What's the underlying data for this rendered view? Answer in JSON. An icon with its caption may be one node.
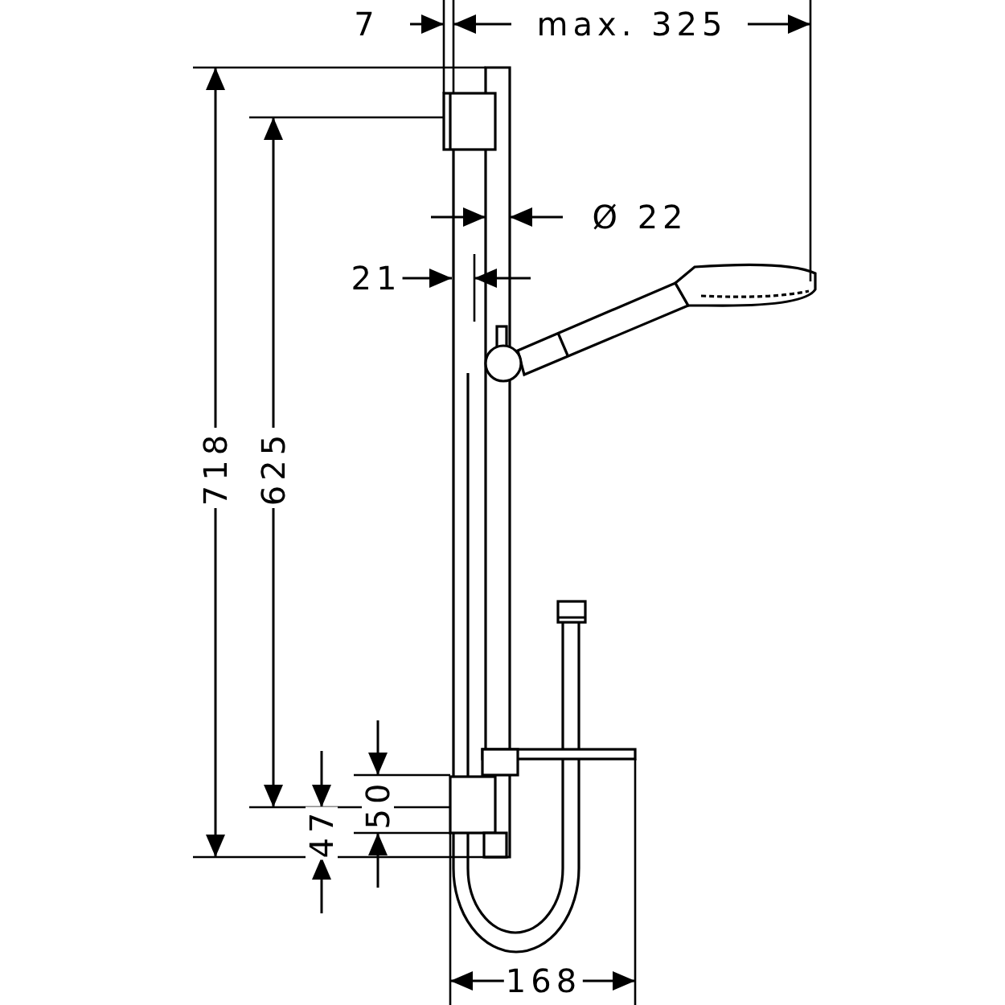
{
  "diagram": {
    "labels": [
      "7",
      "max. 325",
      "Ø 22",
      "21",
      "718",
      "625",
      "50",
      "47",
      "168"
    ]
  }
}
